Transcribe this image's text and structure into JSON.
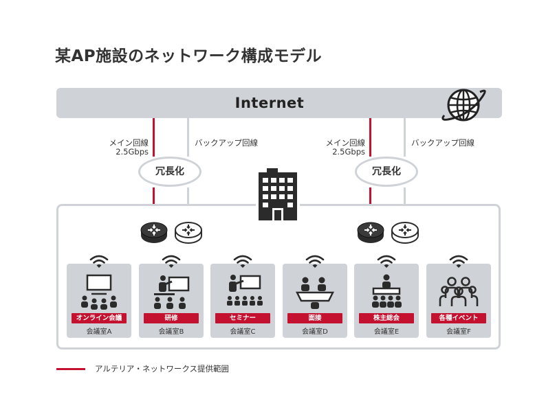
{
  "title": "某AP施設のネットワーク構成モデル",
  "internet": {
    "label": "Internet"
  },
  "lines": {
    "left": {
      "main_label": "メイン回線",
      "main_speed": "2.5Gbps",
      "backup_label": "バックアップ回線",
      "redundancy": "冗長化"
    },
    "right": {
      "main_label": "メイン回線",
      "main_speed": "2.5Gbps",
      "backup_label": "バックアップ回線",
      "redundancy": "冗長化"
    }
  },
  "rooms": [
    {
      "tag": "オンライン会議",
      "name": "会議室A",
      "icon": "online-meeting-icon"
    },
    {
      "tag": "研修",
      "name": "会議室B",
      "icon": "training-icon"
    },
    {
      "tag": "セミナー",
      "name": "会議室C",
      "icon": "seminar-icon"
    },
    {
      "tag": "面接",
      "name": "会議室D",
      "icon": "interview-icon"
    },
    {
      "tag": "株主総会",
      "name": "会議室E",
      "icon": "shareholders-meeting-icon"
    },
    {
      "tag": "各種イベント",
      "name": "会議室F",
      "icon": "event-icon"
    }
  ],
  "legend": {
    "text": "アルテリア・ネットワークス提供範囲"
  },
  "colors": {
    "accent_red": "#c4112f",
    "line_gray": "#cfd2d6",
    "dark": "#2b2b2b"
  }
}
